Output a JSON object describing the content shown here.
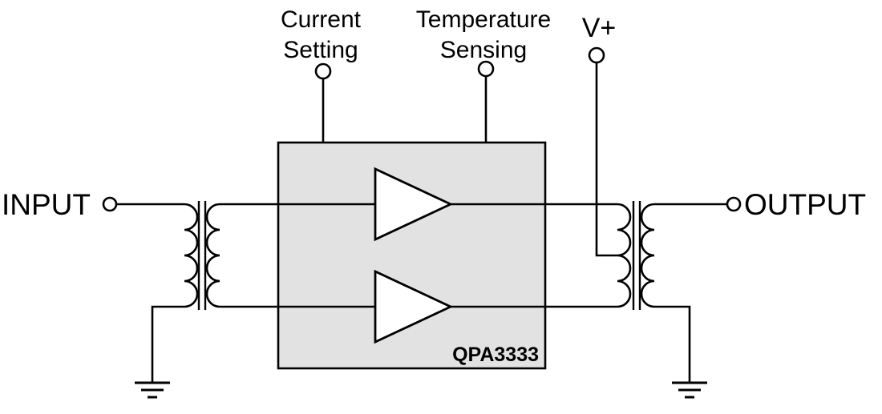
{
  "diagram": {
    "part_number": "QPA3333",
    "ports": {
      "input": "INPUT",
      "output": "OUTPUT"
    },
    "pins": {
      "current_setting": {
        "line1": "Current",
        "line2": "Setting"
      },
      "temperature_sensing": {
        "line1": "Temperature",
        "line2": "Sensing"
      },
      "supply": "V+"
    },
    "colors": {
      "background": "#ffffff",
      "line": "#000000",
      "block_fill": "#e2e2e2"
    },
    "symbols": [
      "input-transformer",
      "output-transformer",
      "amplifier-top",
      "amplifier-bottom",
      "ground-left",
      "ground-right",
      "terminal-circles"
    ]
  }
}
